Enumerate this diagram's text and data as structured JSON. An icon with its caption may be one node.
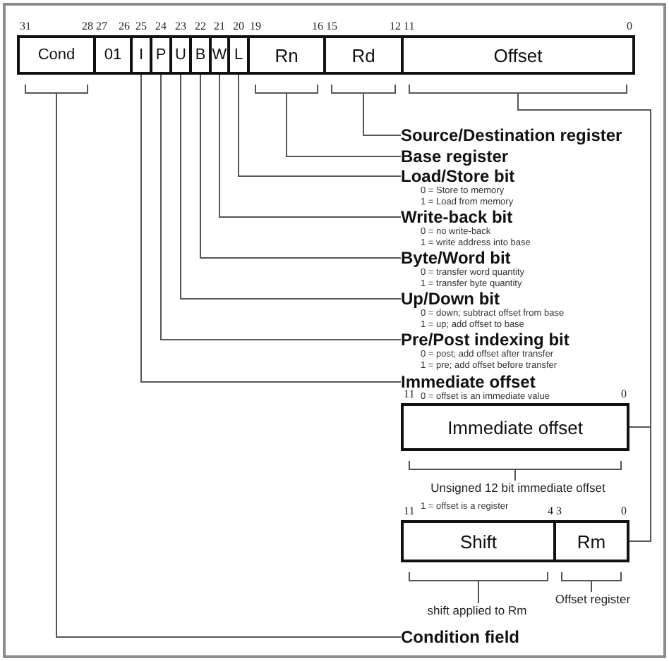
{
  "diagram": {
    "nodes": [
      {
        "text": [
          "Cond"
        ],
        "beside": [
          "31",
          "28"
        ]
      },
      {
        "text": [
          "01"
        ],
        "beside": [
          "27",
          "26"
        ]
      },
      {
        "text": [
          "I"
        ],
        "beside": [
          "25"
        ]
      },
      {
        "text": [
          "P"
        ],
        "beside": [
          "24"
        ]
      },
      {
        "text": [
          "U"
        ],
        "beside": [
          "23"
        ]
      },
      {
        "text": [
          "B"
        ],
        "beside": [
          "22"
        ]
      },
      {
        "text": [
          "W"
        ],
        "beside": [
          "21"
        ]
      },
      {
        "text": [
          "L"
        ],
        "beside": [
          "20"
        ]
      },
      {
        "text": [
          "Rn"
        ],
        "beside": [
          "19",
          "16"
        ]
      },
      {
        "text": [
          "Rd"
        ],
        "beside": [
          "15",
          "12"
        ]
      },
      {
        "text": [
          "Offset"
        ],
        "beside": [
          "11",
          "0"
        ]
      },
      {
        "text": [
          "Source/Destination register"
        ]
      },
      {
        "text": [
          "Base register"
        ]
      },
      {
        "text": [
          "Load/Store bit",
          "0 = Store to memory",
          "1 = Load from memory"
        ]
      },
      {
        "text": [
          "Write-back bit",
          "0 = no write-back",
          "1 = write address into base"
        ]
      },
      {
        "text": [
          "Byte/Word bit",
          "0 = transfer word quantity",
          "1 = transfer byte quantity"
        ]
      },
      {
        "text": [
          "Up/Down bit",
          "0 = down; subtract offset from base",
          "1 = up; add offset to base"
        ]
      },
      {
        "text": [
          "Pre/Post indexing bit",
          "0 = post; add offset after transfer",
          "1 = pre; add offset before transfer"
        ]
      },
      {
        "text": [
          "Immediate offset",
          "0 = offset is an immediate value"
        ]
      },
      {
        "text": [
          "Immediate offset"
        ],
        "beside": [
          "11",
          "0"
        ]
      },
      {
        "text": [
          "Unsigned 12 bit immediate offset"
        ]
      },
      {
        "text": [
          "Shift"
        ],
        "beside": [
          "11",
          "4"
        ]
      },
      {
        "text": [
          "Rm"
        ],
        "beside": [
          "3",
          "0"
        ]
      },
      {
        "text": [
          "shift applied to Rm"
        ]
      },
      {
        "text": [
          "Offset register"
        ]
      },
      {
        "text": [
          "Condition field"
        ]
      }
    ],
    "edges": [
      {
        "from": 9,
        "to": 11,
        "arrow": "none"
      },
      {
        "from": 8,
        "to": 12,
        "arrow": "none"
      },
      {
        "from": 7,
        "to": 13,
        "arrow": "none"
      },
      {
        "from": 6,
        "to": 14,
        "arrow": "none"
      },
      {
        "from": 5,
        "to": 15,
        "arrow": "none"
      },
      {
        "from": 4,
        "to": 16,
        "arrow": "none"
      },
      {
        "from": 3,
        "to": 17,
        "arrow": "none"
      },
      {
        "from": 2,
        "to": 18,
        "arrow": "none"
      },
      {
        "from": 10,
        "to": 19,
        "arrow": "none"
      },
      {
        "from": 10,
        "to": 22,
        "arrow": "none"
      },
      {
        "from": 19,
        "to": 20,
        "arrow": "none"
      },
      {
        "from": 21,
        "to": 23,
        "arrow": "none"
      },
      {
        "from": 22,
        "to": 24,
        "arrow": "none"
      },
      {
        "from": 0,
        "to": 25,
        "arrow": "none"
      }
    ],
    "labels": [
      "1 = offset is a register"
    ]
  }
}
